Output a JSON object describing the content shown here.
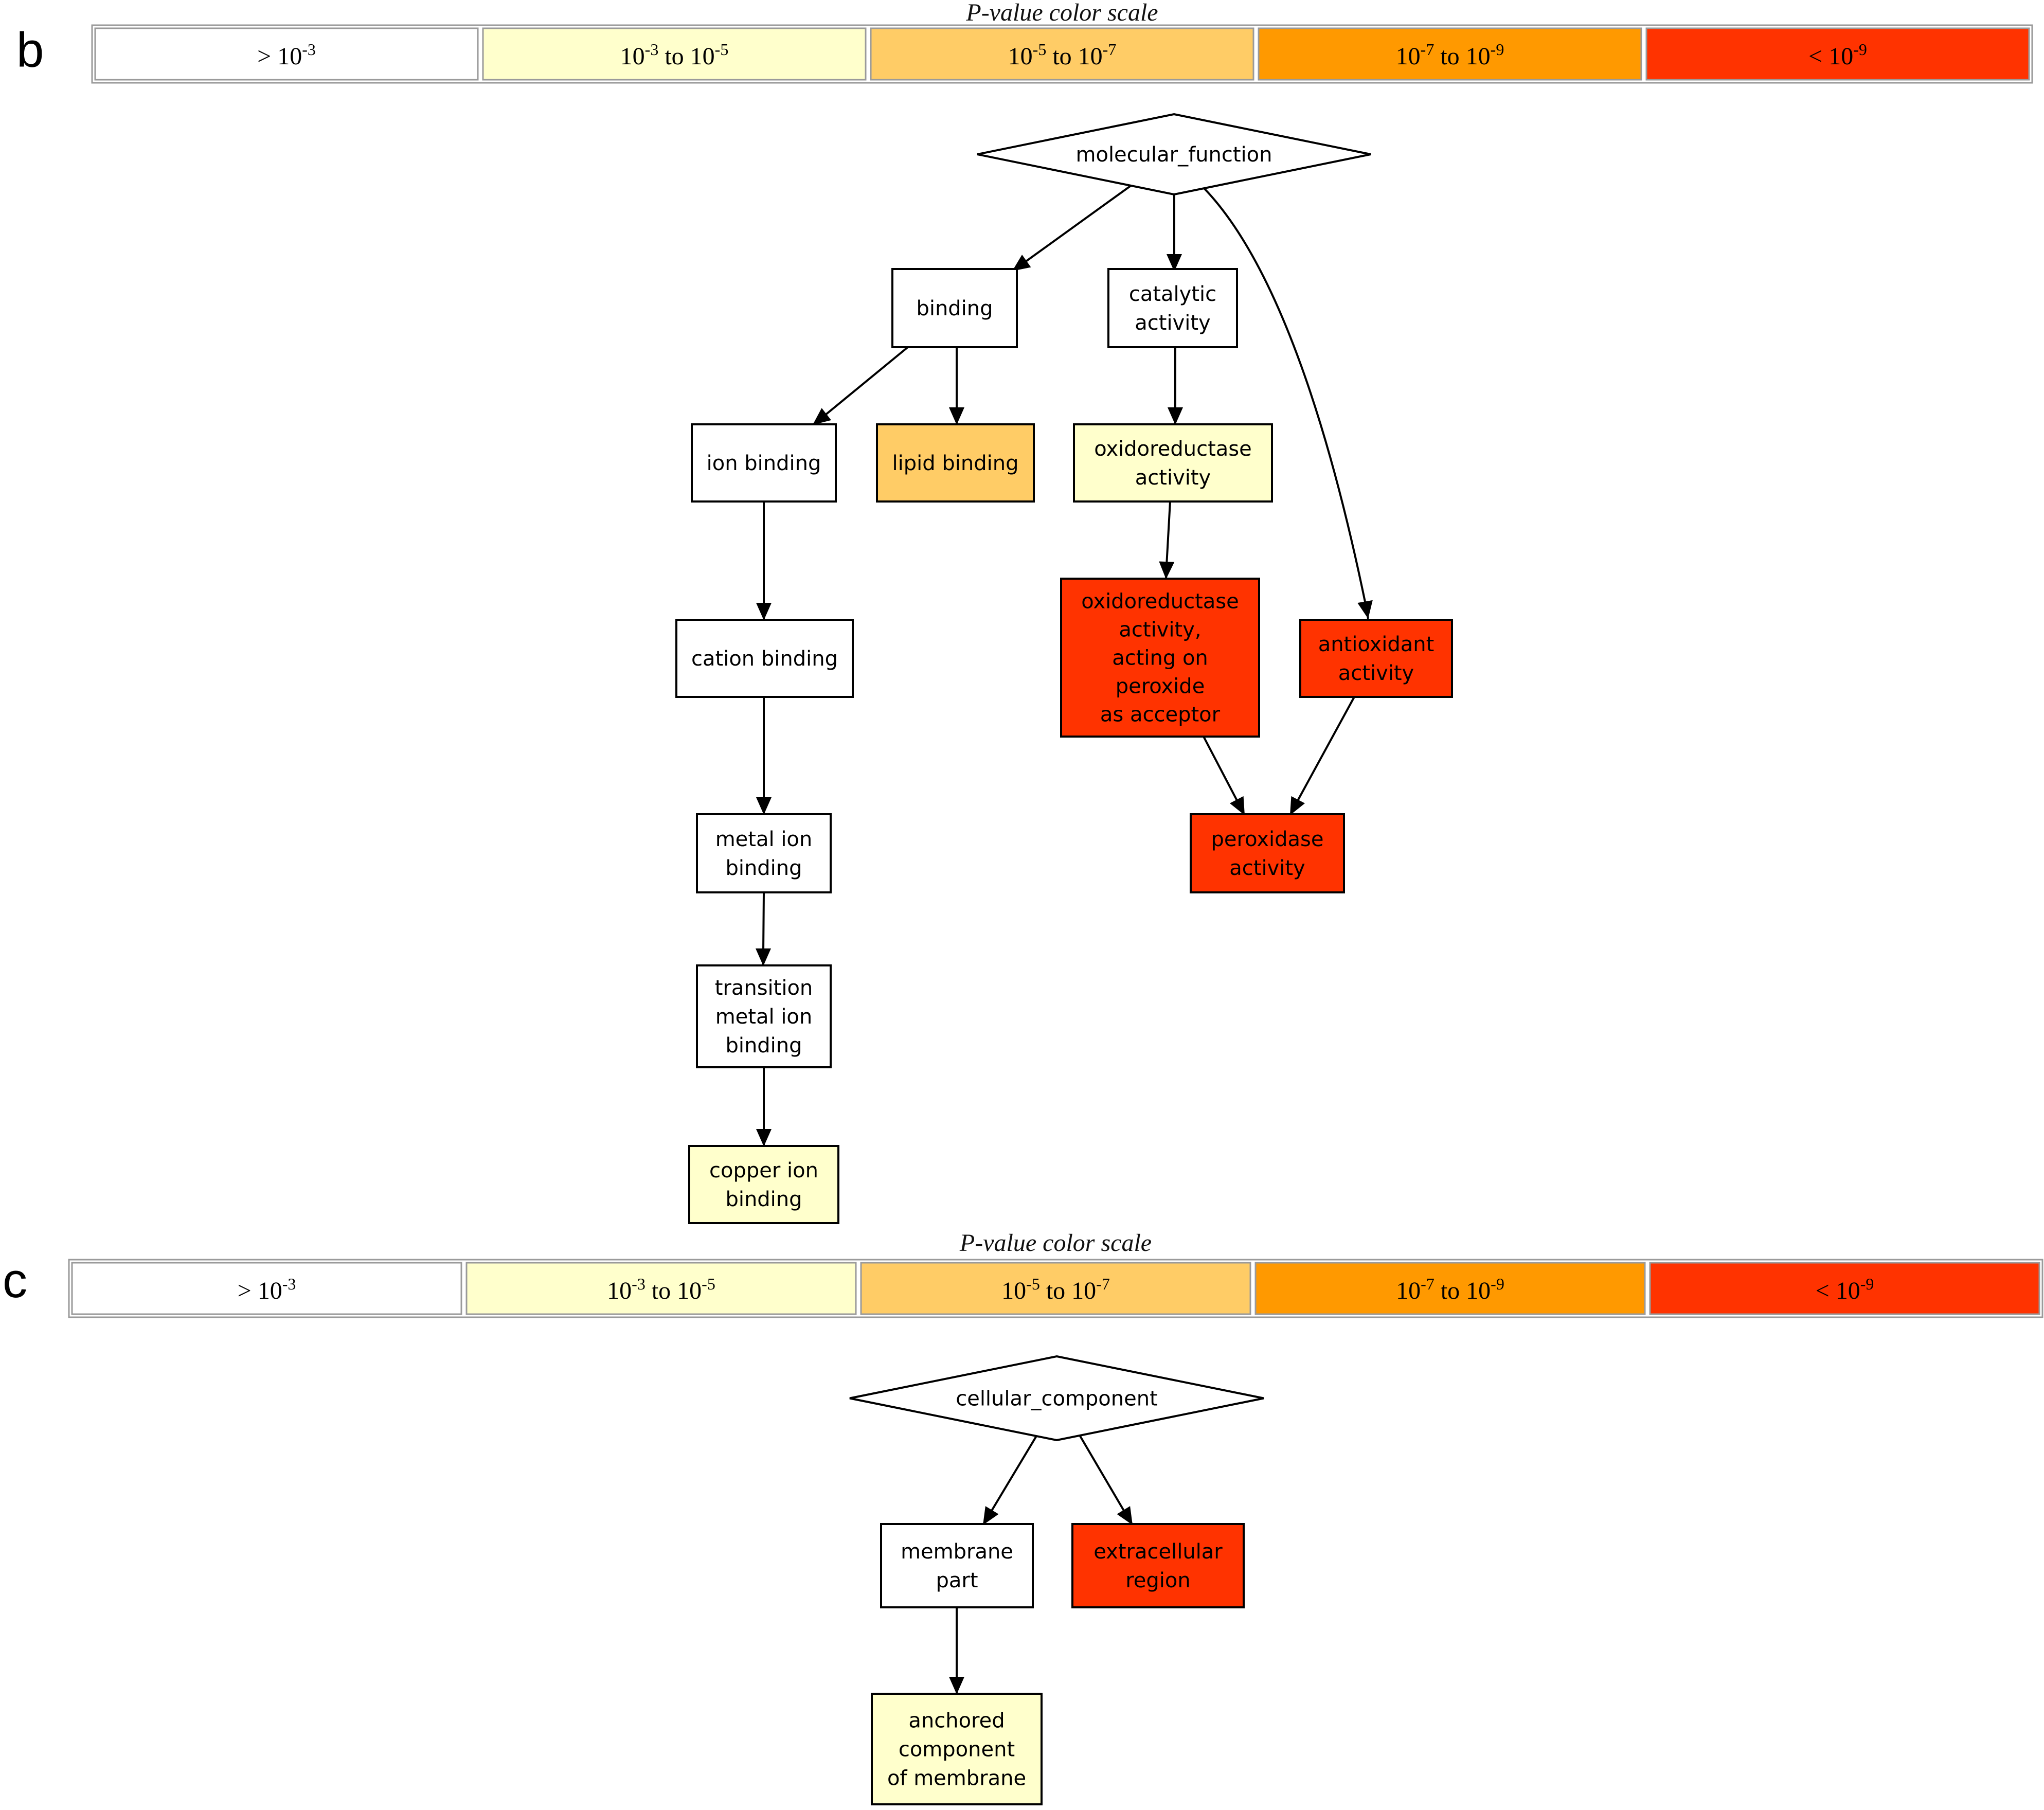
{
  "colors": {
    "white": "#ffffff",
    "light_yellow": "#ffffcc",
    "light_orange": "#ffcc66",
    "orange": "#ff9900",
    "red": "#ff3300"
  },
  "panels": [
    {
      "id": "b",
      "letter": "b",
      "scale": {
        "title": "P-value color scale",
        "bins": [
          {
            "parts": [
              {
                "t": "> 10"
              },
              {
                "s": "-3"
              }
            ],
            "color": "white"
          },
          {
            "parts": [
              {
                "t": "10"
              },
              {
                "s": "-3"
              },
              {
                "t": " to 10"
              },
              {
                "s": "-5"
              }
            ],
            "color": "light_yellow"
          },
          {
            "parts": [
              {
                "t": "10"
              },
              {
                "s": "-5"
              },
              {
                "t": " to 10"
              },
              {
                "s": "-7"
              }
            ],
            "color": "light_orange"
          },
          {
            "parts": [
              {
                "t": "10"
              },
              {
                "s": "-7"
              },
              {
                "t": " to 10"
              },
              {
                "s": "-9"
              }
            ],
            "color": "orange"
          },
          {
            "parts": [
              {
                "t": "< 10"
              },
              {
                "s": "-9"
              }
            ],
            "color": "red"
          }
        ]
      },
      "nodes": [
        {
          "id": "molecular_function",
          "shape": "diamond",
          "lines": [
            "molecular_function"
          ],
          "color": "white"
        },
        {
          "id": "binding",
          "shape": "box",
          "lines": [
            "binding"
          ],
          "color": "white"
        },
        {
          "id": "catalytic_activity",
          "shape": "box",
          "lines": [
            "catalytic",
            "activity"
          ],
          "color": "white"
        },
        {
          "id": "ion_binding",
          "shape": "box",
          "lines": [
            "ion binding"
          ],
          "color": "white"
        },
        {
          "id": "lipid_binding",
          "shape": "box",
          "lines": [
            "lipid binding"
          ],
          "color": "light_orange"
        },
        {
          "id": "oxidoreductase_activity",
          "shape": "box",
          "lines": [
            "oxidoreductase",
            "activity"
          ],
          "color": "light_yellow"
        },
        {
          "id": "cation_binding",
          "shape": "box",
          "lines": [
            "cation binding"
          ],
          "color": "white"
        },
        {
          "id": "oxidoreductase_peroxide",
          "shape": "box",
          "lines": [
            "oxidoreductase",
            "activity,",
            "acting on",
            "peroxide",
            "as acceptor"
          ],
          "color": "red"
        },
        {
          "id": "antioxidant_activity",
          "shape": "box",
          "lines": [
            "antioxidant",
            "activity"
          ],
          "color": "red"
        },
        {
          "id": "metal_ion_binding",
          "shape": "box",
          "lines": [
            "metal ion",
            "binding"
          ],
          "color": "white"
        },
        {
          "id": "peroxidase_activity",
          "shape": "box",
          "lines": [
            "peroxidase",
            "activity"
          ],
          "color": "red"
        },
        {
          "id": "transition_metal_ion_binding",
          "shape": "box",
          "lines": [
            "transition",
            "metal ion",
            "binding"
          ],
          "color": "white"
        },
        {
          "id": "copper_ion_binding",
          "shape": "box",
          "lines": [
            "copper ion",
            "binding"
          ],
          "color": "light_yellow"
        }
      ],
      "edges": [
        [
          "molecular_function",
          "binding"
        ],
        [
          "molecular_function",
          "catalytic_activity"
        ],
        [
          "molecular_function",
          "antioxidant_activity"
        ],
        [
          "binding",
          "ion_binding"
        ],
        [
          "binding",
          "lipid_binding"
        ],
        [
          "catalytic_activity",
          "oxidoreductase_activity"
        ],
        [
          "ion_binding",
          "cation_binding"
        ],
        [
          "oxidoreductase_activity",
          "oxidoreductase_peroxide"
        ],
        [
          "cation_binding",
          "metal_ion_binding"
        ],
        [
          "oxidoreductase_peroxide",
          "peroxidase_activity"
        ],
        [
          "antioxidant_activity",
          "peroxidase_activity"
        ],
        [
          "metal_ion_binding",
          "transition_metal_ion_binding"
        ],
        [
          "transition_metal_ion_binding",
          "copper_ion_binding"
        ]
      ]
    },
    {
      "id": "c",
      "letter": "c",
      "scale": {
        "title": "P-value color scale",
        "bins": [
          {
            "parts": [
              {
                "t": "> 10"
              },
              {
                "s": "-3"
              }
            ],
            "color": "white"
          },
          {
            "parts": [
              {
                "t": "10"
              },
              {
                "s": "-3"
              },
              {
                "t": " to 10"
              },
              {
                "s": "-5"
              }
            ],
            "color": "light_yellow"
          },
          {
            "parts": [
              {
                "t": "10"
              },
              {
                "s": "-5"
              },
              {
                "t": " to 10"
              },
              {
                "s": "-7"
              }
            ],
            "color": "light_orange"
          },
          {
            "parts": [
              {
                "t": "10"
              },
              {
                "s": "-7"
              },
              {
                "t": " to 10"
              },
              {
                "s": "-9"
              }
            ],
            "color": "orange"
          },
          {
            "parts": [
              {
                "t": "< 10"
              },
              {
                "s": "-9"
              }
            ],
            "color": "red"
          }
        ]
      },
      "nodes": [
        {
          "id": "cellular_component",
          "shape": "diamond",
          "lines": [
            "cellular_component"
          ],
          "color": "white"
        },
        {
          "id": "membrane_part",
          "shape": "box",
          "lines": [
            "membrane",
            "part"
          ],
          "color": "white"
        },
        {
          "id": "extracellular_region",
          "shape": "box",
          "lines": [
            "extracellular",
            "region"
          ],
          "color": "red"
        },
        {
          "id": "anchored_component",
          "shape": "box",
          "lines": [
            "anchored",
            "component",
            "of membrane"
          ],
          "color": "light_yellow"
        }
      ],
      "edges": [
        [
          "cellular_component",
          "membrane_part"
        ],
        [
          "cellular_component",
          "extracellular_region"
        ],
        [
          "membrane_part",
          "anchored_component"
        ]
      ]
    }
  ]
}
